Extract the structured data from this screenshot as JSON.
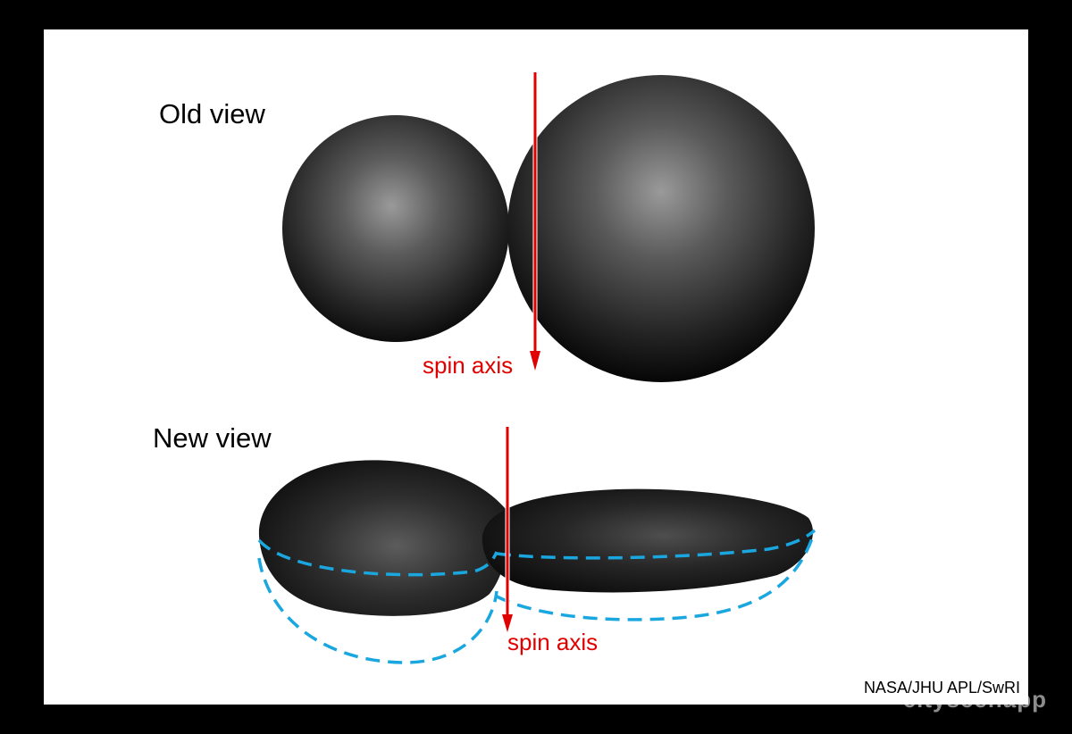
{
  "old_view": {
    "title": "Old view",
    "axis_label": "spin axis"
  },
  "new_view": {
    "title": "New view",
    "axis_label": "spin axis"
  },
  "credit": "NASA/JHU APL/SwRI",
  "watermark": "cityscenapp",
  "colors": {
    "background": "#000000",
    "panel": "#ffffff",
    "axis": "#e00000",
    "dashed_outline": "#1aa7e0",
    "body_highlight": "#9a9a9a",
    "body_shadow": "#050505"
  }
}
